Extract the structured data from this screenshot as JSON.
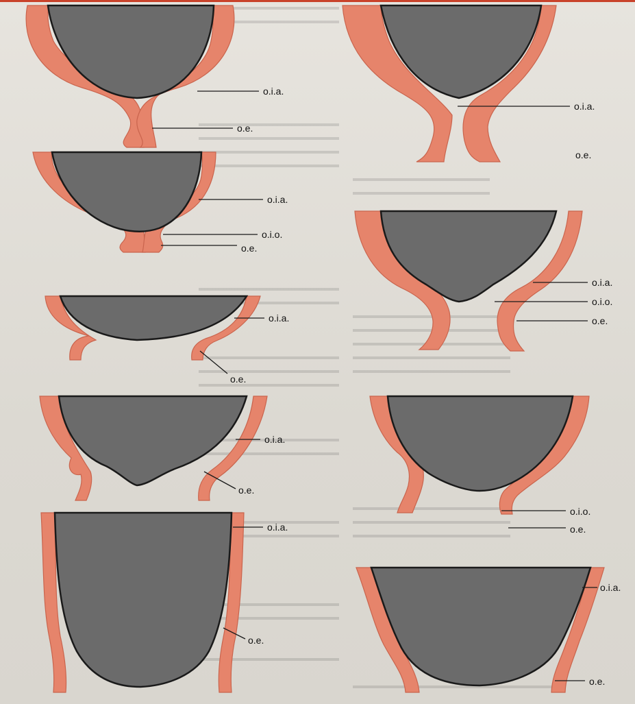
{
  "labels": {
    "oia": "o.i.a.",
    "oio": "o.i.o.",
    "oe": "o.e."
  },
  "colors": {
    "head": "#6b6b6b",
    "tissue": "#e6846b",
    "tissue_edge": "#c9644d",
    "outline": "#1a1a1a",
    "page_rule": "#c9432b"
  }
}
